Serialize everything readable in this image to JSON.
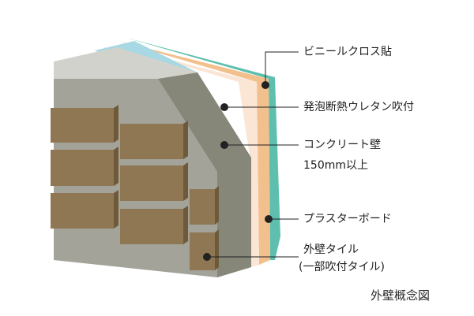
{
  "labels": {
    "vinyl_cloth": "ビニールクロス貼",
    "urethane_foam": "発泡断熱ウレタン吹付",
    "concrete_wall": "コンクリート壁",
    "concrete_thickness": "150mm以上",
    "plaster_board": "プラスターボード",
    "exterior_tile": "外壁タイル",
    "exterior_tile_note": "(一部吹付タイル)"
  },
  "caption": "外壁概念図",
  "colors": {
    "vinyl_cloth": "#5fbfae",
    "urethane_foam": "#fbe5d5",
    "plaster_board": "#f2c08c",
    "film_blue": "#a7d8e3",
    "concrete_top": "#d2d2cc",
    "concrete_front": "#a3a39a",
    "concrete_side": "#868679",
    "tile_face": "#8e7752",
    "tile_edge": "#6e5a3b"
  }
}
